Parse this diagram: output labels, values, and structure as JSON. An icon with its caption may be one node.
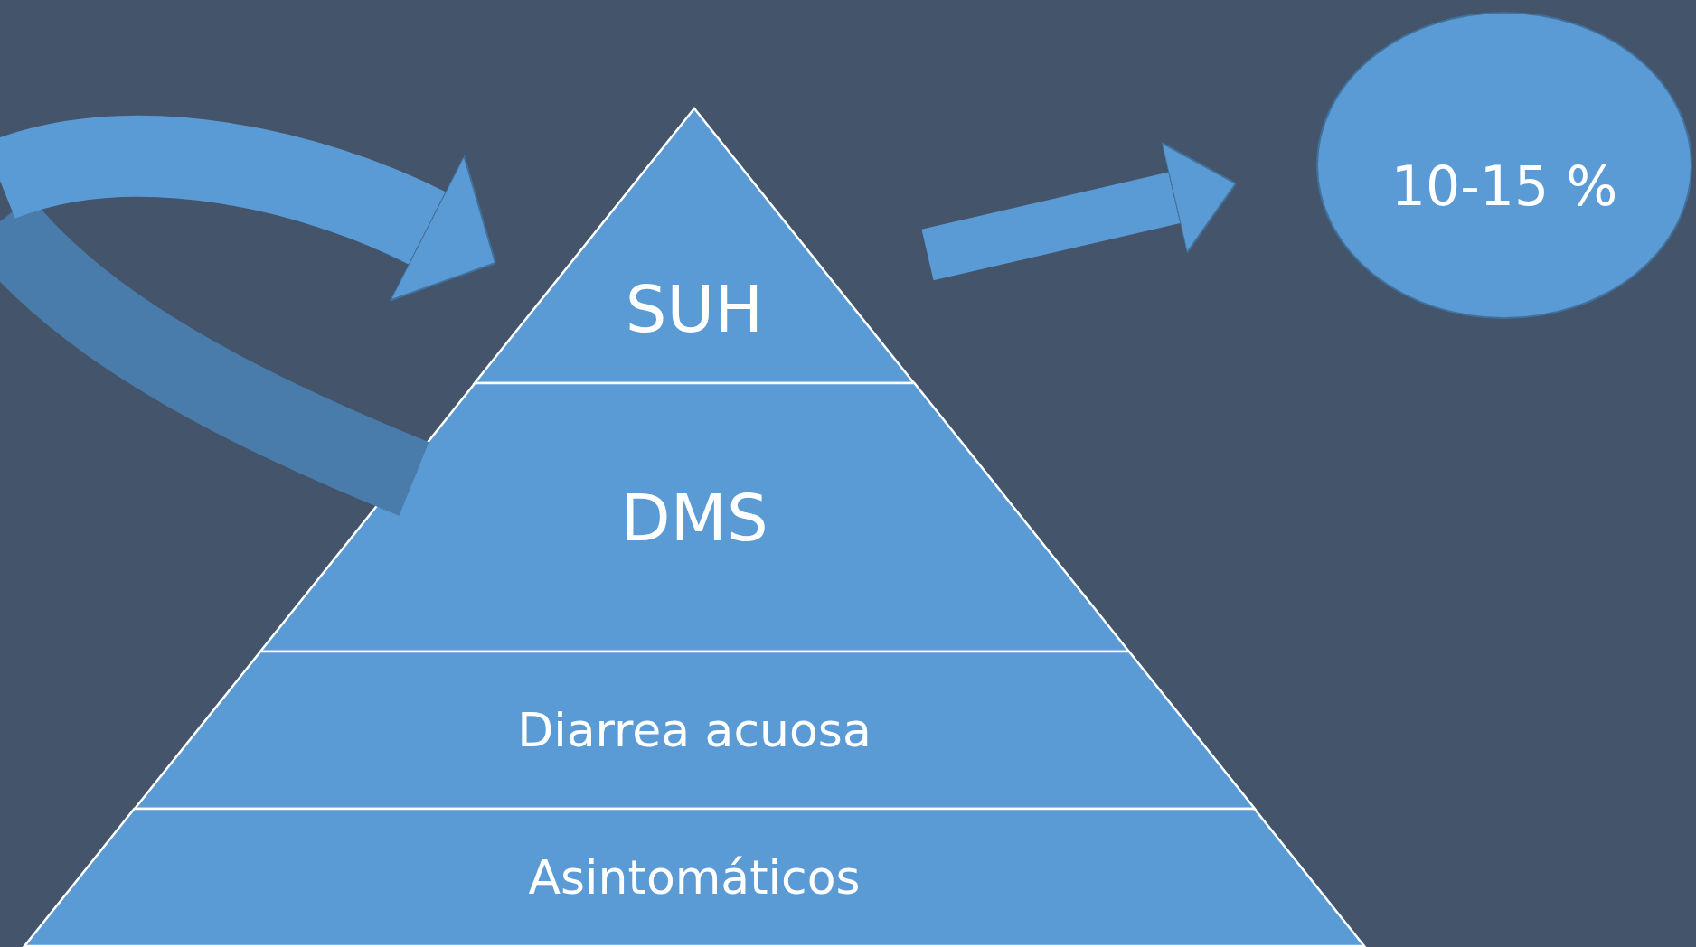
{
  "diagram": {
    "nodes": [
      {
        "text": [
          "SUH"
        ]
      },
      {
        "text": [
          "DMS"
        ]
      },
      {
        "text": [
          "Diarrea acuosa"
        ]
      },
      {
        "text": [
          "Asintomáticos"
        ]
      },
      {
        "text": [
          "10-15 %"
        ]
      }
    ],
    "edges": [
      {
        "from": null,
        "to": 0,
        "arrow": "to"
      },
      {
        "from": 0,
        "to": 4,
        "arrow": "to"
      }
    ]
  }
}
